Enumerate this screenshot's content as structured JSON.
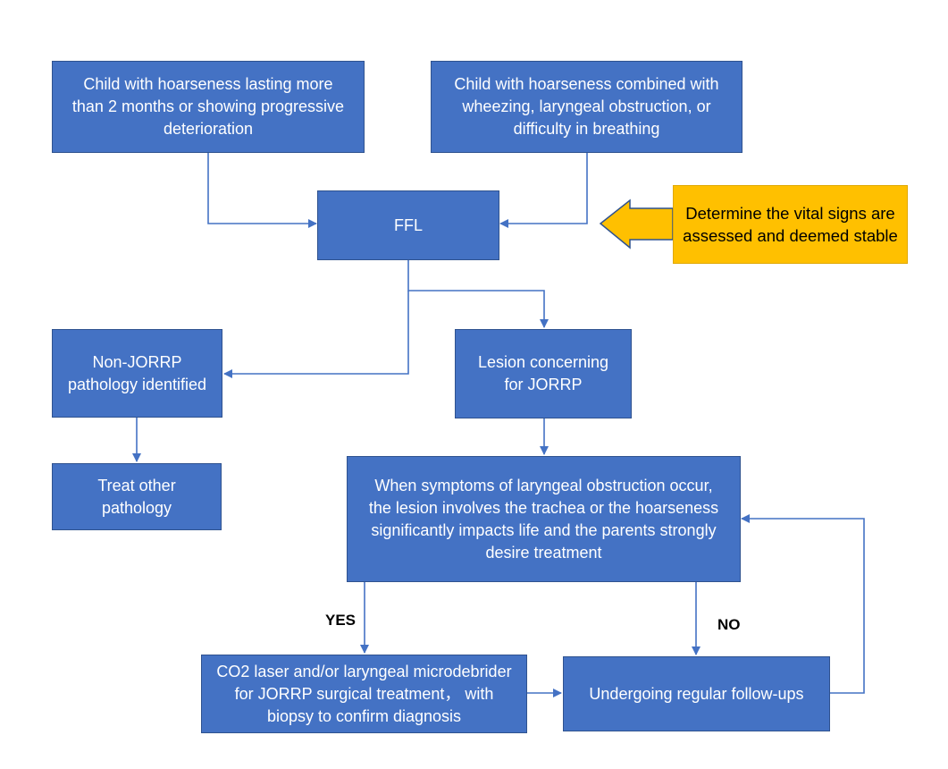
{
  "nodes": {
    "hoarseness_2months": "Child with hoarseness lasting more\nthan 2 months or showing progressive\ndeterioration",
    "hoarseness_combined": "Child with hoarseness combined with\nwheezing, laryngeal obstruction, or\ndifficulty in breathing",
    "ffl": "FFL",
    "vital_signs": "Determine  the vital signs are\nassessed and deemed stable",
    "non_jorrp": "Non-JORRP\npathology identified",
    "lesion_jorrp": "Lesion concerning\nfor JORRP",
    "treat_other": "Treat  other\npathology",
    "decision": "When symptoms of laryngeal obstruction occur,\nthe lesion involves the trachea or the hoarseness\nsignificantly impacts life and the parents strongly\ndesire treatment",
    "surgical_treatment": "CO2 laser and/or laryngeal microdebrider\nfor JORRP surgical treatment， with\nbiopsy to confirm diagnosis",
    "follow_ups": "Undergoing regular follow-ups"
  },
  "edge_labels": {
    "yes": "YES",
    "no": "NO"
  },
  "colors": {
    "node_fill": "#4472C4",
    "node_text": "#FFFFFF",
    "note_fill": "#FFC000",
    "connector": "#4472C4"
  }
}
